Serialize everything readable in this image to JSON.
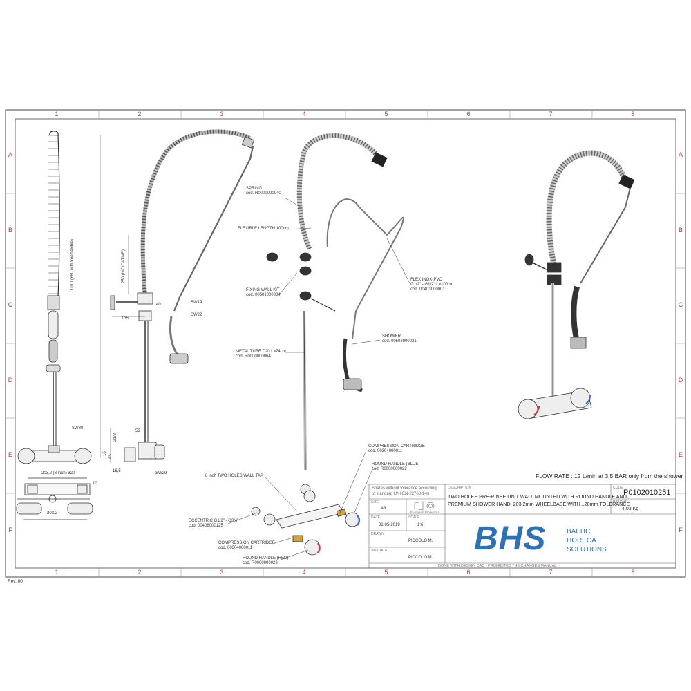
{
  "grid": {
    "columns": [
      "1",
      "2",
      "3",
      "4",
      "5",
      "6",
      "7",
      "8"
    ],
    "rows": [
      "A",
      "B",
      "C",
      "D",
      "E",
      "F"
    ]
  },
  "callouts": {
    "spring": [
      "SPRING",
      "cod. R0000000040"
    ],
    "flexible_length": "FLEXIBLE LENGTH 100cm",
    "fixing_wall_kit": [
      "FIXING WALL KIT",
      "cod. 00501000004"
    ],
    "flex_inox": [
      "FLEX INOX-PVC",
      "G1/2\" - G1/2\" L=100cm",
      "cod. 00403000001"
    ],
    "shower": [
      "SHOWER",
      "cod. 00502000021"
    ],
    "metal_tube": [
      "METAL TUBE D20 L=74cm",
      "cod. R0000000064"
    ],
    "compression_cartridge_top": [
      "COMPRESSION CARTRIDGE",
      "cod. 00304000011"
    ],
    "round_handle_blue": [
      "ROUND HANDLE (BLUE)",
      "cod. R0000000022"
    ],
    "two_holes_tap": "8 inch TWO HOLES WALL TAP",
    "eccentric": [
      "ECCENTRIC G1/2\" - G3/4\"",
      "cod. 00406000125"
    ],
    "compression_cartridge_bottom": [
      "COMPRESSION CARTRIDGE",
      "cod. 00304000011"
    ],
    "round_handle_red": [
      "ROUND HANDLE (RED)",
      "cod. R0000000023"
    ]
  },
  "dimensions": {
    "height_total": "1010 (+80 with free flexible)",
    "indicative": "250 (INDICATIVE)",
    "d135": "135",
    "d40": "40",
    "sw19": "SW19",
    "sw22": "SW22",
    "sw30": "SW30",
    "sw29": "SW29",
    "g12": "G1/2",
    "d53": "53",
    "d16": "16",
    "d45": "45",
    "d165": "16,5",
    "width_top": "203,2 (8 inch) ±20",
    "d10": "10",
    "width_bottom": "203,2"
  },
  "flow_rate": "FLOW RATE : 12 L/min at 3,5 BAR only from the shower",
  "title_block": {
    "tolerance_note": [
      "Shares without tolerance according",
      "to standard UNI-EN-22768-1-m"
    ],
    "size_label": "SIZE",
    "size_value": "A3",
    "projection_label": "European Projection",
    "date_label": "DATE",
    "date_value": "31-05-2019",
    "scale_label": "SCALE",
    "scale_value": "1:6",
    "drawn_label": "DRAWN",
    "drawn_value": "PICCOLO M.",
    "validate_label": "VALIDATE",
    "validate_value": "PICCOLO M.",
    "description_label": "DESCRIPTION",
    "description_lines": [
      "TWO HOLES PRE-RINSE UNIT WALL MOUNTED WITH ROUND HANDLE AND",
      "PREMIUM SHOWER HAND. 203,2mm WHEELBASE WITH ±20mm TOLERANCE"
    ],
    "code_label": "CODE",
    "code_value": "P0102010251",
    "weight_label": "WEIGHT",
    "weight_value": "4,03 Kg",
    "logo_text": "BHS",
    "logo_sub": [
      "BALTIC",
      "HORECA",
      "SOLUTIONS"
    ],
    "footer": "DONE WITH DESIGN CAD - PROHIBITED THE CHANGES MANUAL"
  },
  "revision": "Rev. 00",
  "colors": {
    "grid_red": "#c0392b",
    "brand_blue": "#2d71b8",
    "handle_blue": "#3a6fd0",
    "handle_red": "#d03a3a",
    "brass": "#d4a23a"
  }
}
